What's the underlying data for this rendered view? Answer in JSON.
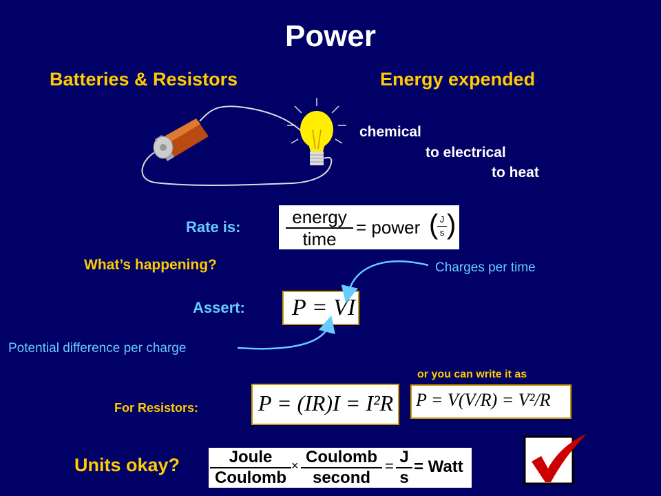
{
  "title": "Power",
  "headers": {
    "left": "Batteries & Resistors",
    "right": "Energy expended"
  },
  "energy_chain": [
    "chemical",
    "to electrical",
    "to heat"
  ],
  "rate": {
    "label": "Rate is:",
    "numerator": "energy",
    "denominator": "time",
    "rhs": "= power",
    "unit_num": "J",
    "unit_den": "s"
  },
  "whats_happening": "What’s happening?",
  "charges_per_time": "Charges per time",
  "assert_label": "Assert:",
  "assert_formula": "P = VI",
  "potential_note": "Potential difference per charge",
  "or_write": "or you can write it as",
  "for_resistors": "For Resistors:",
  "resistor_formula_1": "P = (IR)I = I²R",
  "resistor_formula_2": "P = V(V/R) = V²/R",
  "units": {
    "label": "Units okay?",
    "frac1_num": "Joule",
    "frac1_den": "Coulomb",
    "times": "×",
    "frac2_num": "Coulomb",
    "frac2_den": "second",
    "eq": "=",
    "frac3_num": "J",
    "frac3_den": "s",
    "result": "= Watt"
  },
  "icons": [
    "battery-icon",
    "wire-icon",
    "lightbulb-icon",
    "checkmark-icon",
    "arrow-icon"
  ]
}
